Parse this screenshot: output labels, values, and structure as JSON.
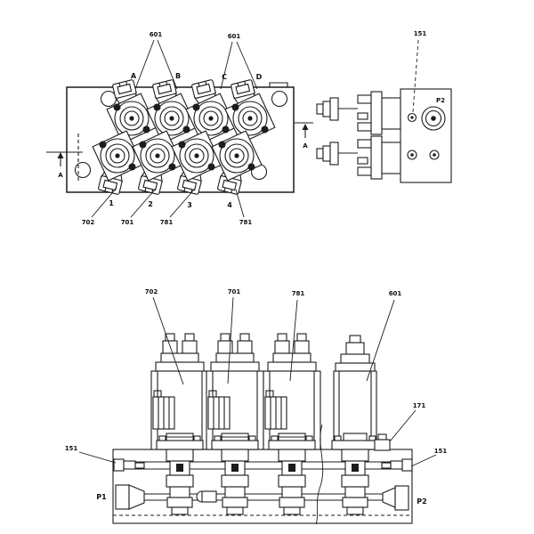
{
  "colors": {
    "ink": "#1c1c1c",
    "paper": "#ffffff"
  },
  "plan_view": {
    "callouts_601": [
      "601",
      "601"
    ],
    "port_letters": [
      "A",
      "B",
      "C",
      "D"
    ],
    "port_numbers": [
      "1",
      "2",
      "3",
      "4"
    ],
    "bottom_callouts": [
      "702",
      "701",
      "781",
      "781"
    ],
    "section_arrows": {
      "left": "A",
      "right": "A"
    }
  },
  "end_view": {
    "callout_151": "151",
    "port_label": "P2"
  },
  "front_view": {
    "top_callouts": [
      "702",
      "701",
      "781",
      "601"
    ],
    "callout_171": "171",
    "callout_151_left": "151",
    "callout_151_right": "151",
    "port_label_left": "P1",
    "port_label_right": "P2"
  }
}
